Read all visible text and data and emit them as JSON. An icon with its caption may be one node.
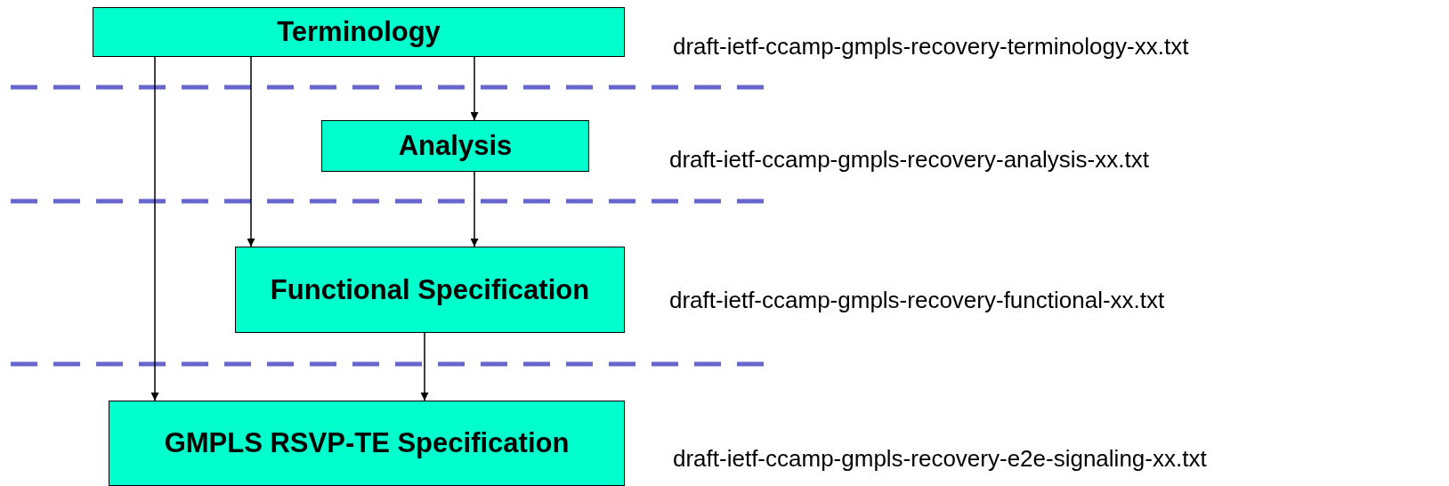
{
  "diagram": {
    "nodes": [
      {
        "text": [
          "Terminology"
        ],
        "beside": [
          "draft-ietf-ccamp-gmpls-recovery-terminology-xx.txt"
        ]
      },
      {
        "text": [
          "Analysis"
        ],
        "beside": [
          "draft-ietf-ccamp-gmpls-recovery-analysis-xx.txt"
        ]
      },
      {
        "text": [
          "Functional Specification"
        ],
        "beside": [
          "draft-ietf-ccamp-gmpls-recovery-functional-xx.txt"
        ]
      },
      {
        "text": [
          "GMPLS RSVP-TE Specification"
        ],
        "beside": [
          "draft-ietf-ccamp-gmpls-recovery-e2e-signaling-xx.txt"
        ]
      }
    ],
    "edges": [
      {
        "from": 0,
        "to": 3,
        "arrow": "to"
      },
      {
        "from": 0,
        "to": 2,
        "arrow": "to"
      },
      {
        "from": 0,
        "to": 1,
        "arrow": "to"
      },
      {
        "from": 1,
        "to": 2,
        "arrow": "to"
      },
      {
        "from": 2,
        "to": 3,
        "arrow": "to"
      }
    ]
  }
}
